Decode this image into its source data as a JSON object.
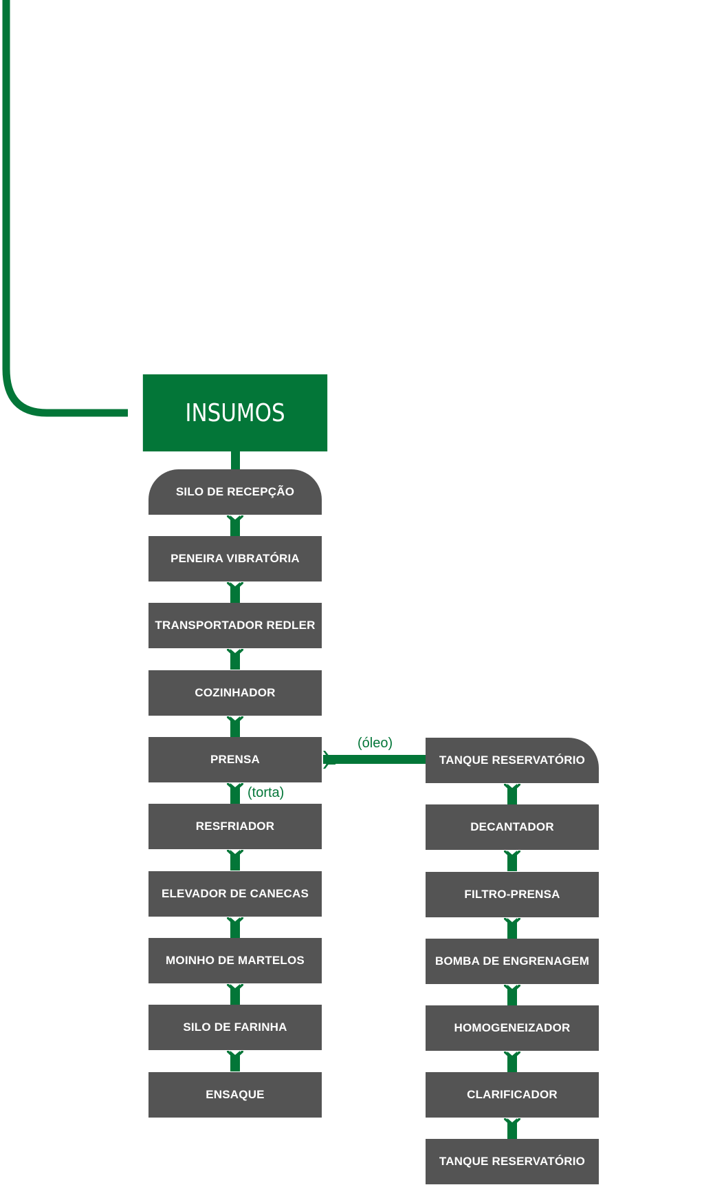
{
  "header_node": {
    "label": "INSUMOS"
  },
  "left_column": [
    {
      "label": "SILO DE RECEPÇÃO"
    },
    {
      "label": "PENEIRA VIBRATÓRIA"
    },
    {
      "label": "TRANSPORTADOR REDLER"
    },
    {
      "label": "COZINHADOR"
    },
    {
      "label": "PRENSA"
    },
    {
      "label": "RESFRIADOR"
    },
    {
      "label": "ELEVADOR DE CANECAS"
    },
    {
      "label": "MOINHO DE MARTELOS"
    },
    {
      "label": "SILO DE FARINHA"
    },
    {
      "label": "ENSAQUE"
    }
  ],
  "right_column": [
    {
      "label": "TANQUE RESERVATÓRIO"
    },
    {
      "label": "DECANTADOR"
    },
    {
      "label": "FILTRO-PRENSA"
    },
    {
      "label": "BOMBA DE ENGRENAGEM"
    },
    {
      "label": "HOMOGENEIZADOR"
    },
    {
      "label": "CLARIFICADOR"
    },
    {
      "label": "TANQUE RESERVATÓRIO"
    }
  ],
  "branch_labels": {
    "oil": "(óleo)",
    "cake": "(torta)"
  },
  "colors": {
    "green": "#037638",
    "node_gray": "#545454",
    "text_white": "#ffffff"
  }
}
